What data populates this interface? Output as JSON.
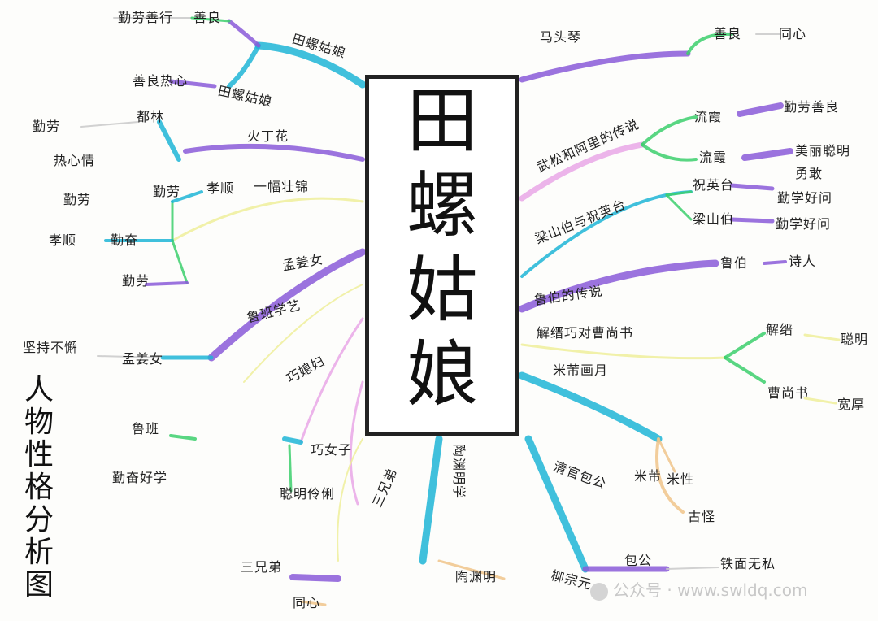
{
  "center_title": [
    "田",
    "螺",
    "姑",
    "娘"
  ],
  "side_title": [
    "人",
    "物",
    "性",
    "格",
    "分",
    "析",
    "图"
  ],
  "labels": {
    "tianluo_guniang_branch": "田螺姑娘",
    "qinlao_shanliang": "勤劳善行",
    "shanliang_top": "善良",
    "shanliang_renao": "善良热心",
    "tianluo_guniang_sub": "田螺姑娘",
    "qinlao_left": "勤劳",
    "rexin_qing": "热心情",
    "qinlao_left2": "勤劳",
    "zhu_lin": "都林",
    "huo_dinghua": "火丁花",
    "qinlao_mid": "勤劳",
    "xiaoshun": "孝顺",
    "yi_fu_zhuangjin": "一幅壮锦",
    "xiaoshun_left": "孝顺",
    "qinfen": "勤奋",
    "zhuangjin_qinlao": "勤劳",
    "mengjiang_nu": "孟姜女",
    "luban_xueyi": "鲁班学艺",
    "jianchi_buxie": "坚持不懈",
    "mengjiangnu_sub": "孟姜女",
    "qiaoxi_fu": "巧媳妇",
    "luban": "鲁班",
    "qinfen_haoxue": "勤奋好学",
    "qiaofu": "巧女子",
    "congming_linli": "聪明伶俐",
    "san_xiongdi": "三兄弟",
    "taoyuanming_xuehua": "陶渊明学",
    "taoyuanming": "陶渊明",
    "san_xiongdi_left": "三兄弟",
    "tongxin": "同心",
    "ma_tou_qin": "马头琴",
    "bohe_xin": "善良",
    "guxin": "同心",
    "wu_song_chuanshuo": "武松和阿里的传说",
    "mu_tian": "流霞",
    "qinlao_shanliang_r": "勤劳善良",
    "liu_xia": "流霞",
    "meili_congming": "美丽聪明",
    "yongqi": "勇敢",
    "liangshanbo_zhuyingtai": "梁山伯与祝英台",
    "zhuyingtai": "祝英台",
    "qinxue_haowen_1": "勤学好问",
    "liangshanbo": "梁山伯",
    "qinxue_haowen_2": "勤学好问",
    "lubo_de_chuanshuo": "鲁伯的传说",
    "lubo": "鲁伯",
    "guren": "诗人",
    "jie_jin_qiaodui": "解缙巧对曹尚书",
    "jie_jin": "解缙",
    "congming": "聪明",
    "cao_shangshu": "曹尚书",
    "kuanhou": "宽厚",
    "mi_fu_bai_shi": "米芾画月",
    "qingtian_baogong": "清官包公",
    "mi_fu": "米芾",
    "mi_xing": "米性",
    "gu_guai": "古怪",
    "baogong": "包公",
    "tie_mian_wusi": "铁面无私",
    "liu_gong_quan": "柳宗元"
  },
  "watermark": "公众号 · www.swldq.com"
}
